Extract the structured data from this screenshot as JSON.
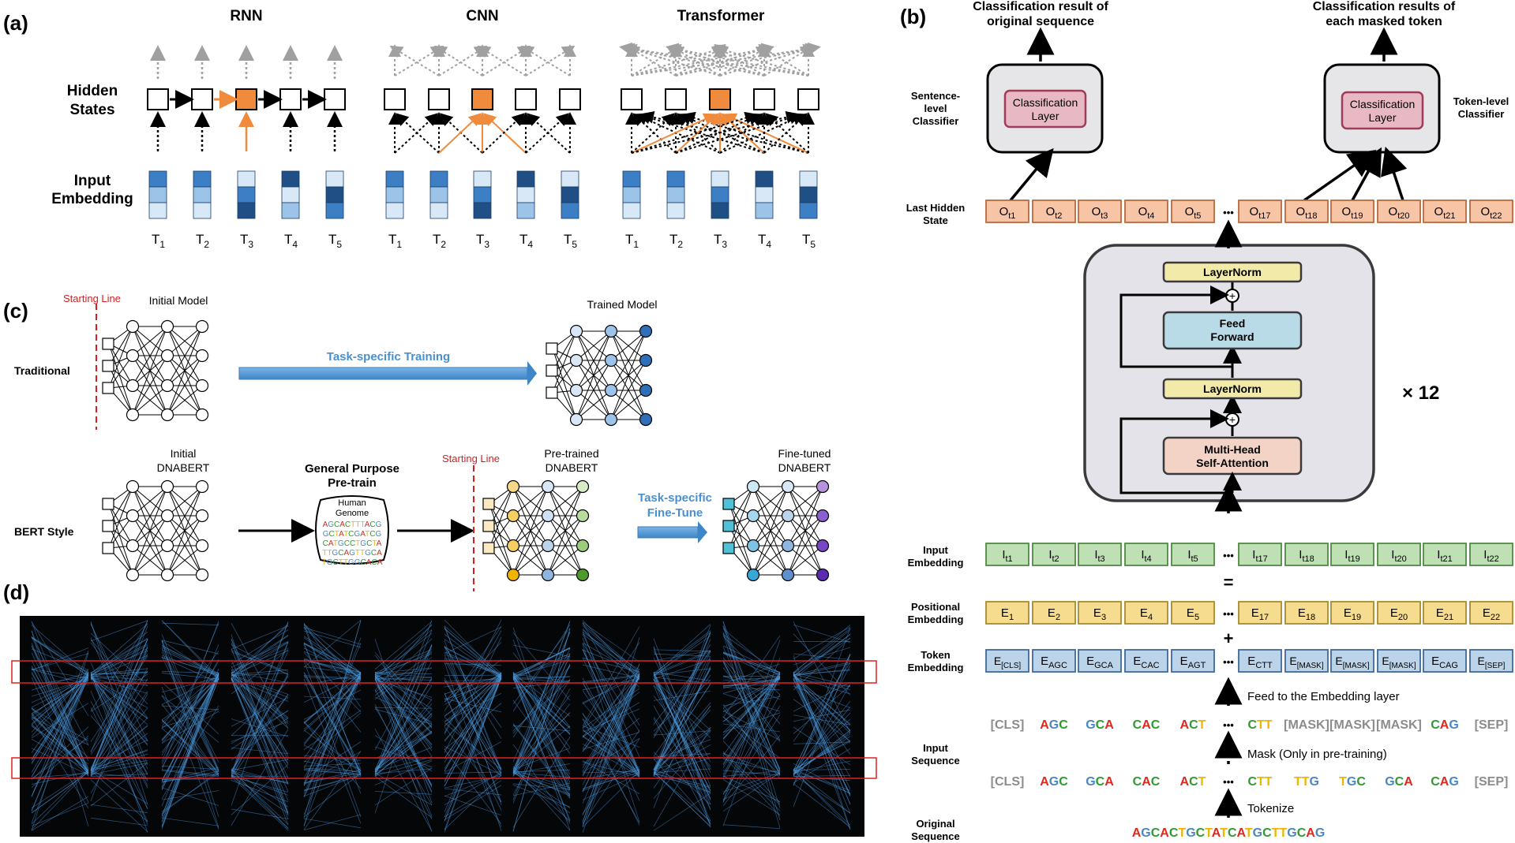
{
  "panels": {
    "a": "(a)",
    "b": "(b)",
    "c": "(c)",
    "d": "(d)"
  },
  "a": {
    "titles": [
      "RNN",
      "CNN",
      "Transformer"
    ],
    "hidden_label": [
      "Hidden",
      "States"
    ],
    "input_label": [
      "Input",
      "Embedding"
    ],
    "tokens": [
      {
        "t": "T",
        "s": "1"
      },
      {
        "t": "T",
        "s": "2"
      },
      {
        "t": "T",
        "s": "3"
      },
      {
        "t": "T",
        "s": "4"
      },
      {
        "t": "T",
        "s": "5"
      }
    ]
  },
  "b": {
    "left_top": [
      "Classification result of",
      "original sequence"
    ],
    "right_top": [
      "Classification results of",
      "each masked token"
    ],
    "sentence_classifier": [
      "Sentence-",
      "level",
      "Classifier"
    ],
    "token_classifier": [
      "Token-level",
      "Classifier"
    ],
    "classification_layer": [
      "Classification",
      "Layer"
    ],
    "last_hidden": [
      "Last Hidden",
      "State"
    ],
    "outputs": [
      {
        "b": "O",
        "s": "t1"
      },
      {
        "b": "O",
        "s": "t2"
      },
      {
        "b": "O",
        "s": "t3"
      },
      {
        "b": "O",
        "s": "t4"
      },
      {
        "b": "O",
        "s": "t5"
      },
      {
        "b": "O",
        "s": "t17"
      },
      {
        "b": "O",
        "s": "t18"
      },
      {
        "b": "O",
        "s": "t19"
      },
      {
        "b": "O",
        "s": "t20"
      },
      {
        "b": "O",
        "s": "t21"
      },
      {
        "b": "O",
        "s": "t22"
      }
    ],
    "layernorm": "LayerNorm",
    "feed_forward": [
      "Feed",
      "Forward"
    ],
    "attention": [
      "Multi-Head",
      "Self-Attention"
    ],
    "repeat": "× 12",
    "input_embedding_label": [
      "Input",
      "Embedding"
    ],
    "inputs": [
      {
        "b": "I",
        "s": "t1"
      },
      {
        "b": "I",
        "s": "t2"
      },
      {
        "b": "I",
        "s": "t3"
      },
      {
        "b": "I",
        "s": "t4"
      },
      {
        "b": "I",
        "s": "t5"
      },
      {
        "b": "I",
        "s": "t17"
      },
      {
        "b": "I",
        "s": "t18"
      },
      {
        "b": "I",
        "s": "t19"
      },
      {
        "b": "I",
        "s": "t20"
      },
      {
        "b": "I",
        "s": "t21"
      },
      {
        "b": "I",
        "s": "t22"
      }
    ],
    "equals": "=",
    "positional_label": [
      "Positional",
      "Embedding"
    ],
    "positional": [
      {
        "b": "E",
        "s": "1"
      },
      {
        "b": "E",
        "s": "2"
      },
      {
        "b": "E",
        "s": "3"
      },
      {
        "b": "E",
        "s": "4"
      },
      {
        "b": "E",
        "s": "5"
      },
      {
        "b": "E",
        "s": "17"
      },
      {
        "b": "E",
        "s": "18"
      },
      {
        "b": "E",
        "s": "19"
      },
      {
        "b": "E",
        "s": "20"
      },
      {
        "b": "E",
        "s": "21"
      },
      {
        "b": "E",
        "s": "22"
      }
    ],
    "plus": "+",
    "token_label": [
      "Token",
      "Embedding"
    ],
    "token_emb": [
      {
        "b": "E",
        "s": "[CLS]"
      },
      {
        "b": "E",
        "s": "AGC"
      },
      {
        "b": "E",
        "s": "GCA"
      },
      {
        "b": "E",
        "s": "CAC"
      },
      {
        "b": "E",
        "s": "AGT"
      },
      {
        "b": "E",
        "s": "CTT"
      },
      {
        "b": "E",
        "s": "[MASK]"
      },
      {
        "b": "E",
        "s": "[MASK]"
      },
      {
        "b": "E",
        "s": "[MASK]"
      },
      {
        "b": "E",
        "s": "CAG"
      },
      {
        "b": "E",
        "s": "[SEP]"
      }
    ],
    "ellipsis": "•••",
    "feed_embed": "Feed to the Embedding layer",
    "mask_note": "Mask (Only in pre-training)",
    "tokenize": "Tokenize",
    "input_seq_label": [
      "Input",
      "Sequence"
    ],
    "orig_seq_label": [
      "Original",
      "Sequence"
    ],
    "masked_seq": [
      "[CLS]",
      "AGC",
      "GCA",
      "CAC",
      "ACT",
      "CTT",
      "[MASK]",
      "[MASK]",
      "[MASK]",
      "CAG",
      "[SEP]"
    ],
    "full_seq": [
      "[CLS]",
      "AGC",
      "GCA",
      "CAC",
      "ACT",
      "CTT",
      "TTG",
      "TGC",
      "GCA",
      "CAG",
      "[SEP]"
    ],
    "original": "AGCACTGCTATCATGCTTGCAG"
  },
  "c": {
    "starting_line": "Starting Line",
    "initial_model": "Initial Model",
    "trained_model": "Trained Model",
    "traditional": "Traditional",
    "task_training": "Task-specific Training",
    "bert_style": "BERT Style",
    "initial_dnabert": [
      "Initial",
      "DNABERT"
    ],
    "general": [
      "General Purpose",
      "Pre-train"
    ],
    "genome_title": [
      "Human",
      "Genome"
    ],
    "genome_lines": [
      "AGCACTTTACG",
      "GCTATCGATCG",
      "CATGCCTGCTA",
      "TTGCAGTTGCA",
      "TGCTTGGCACA"
    ],
    "pretrained": [
      "Pre-trained",
      "DNABERT"
    ],
    "finetune": [
      "Task-specific",
      "Fine-Tune"
    ],
    "finetuned": [
      "Fine-tuned",
      "DNABERT"
    ]
  },
  "colors": {
    "A": "#e0281e",
    "C": "#2e9b2e",
    "G": "#4a86c6",
    "T": "#f0b400",
    "bracket": "#8c8c8c",
    "orange": "#f08a3c",
    "blue": "#4a8fd0"
  }
}
